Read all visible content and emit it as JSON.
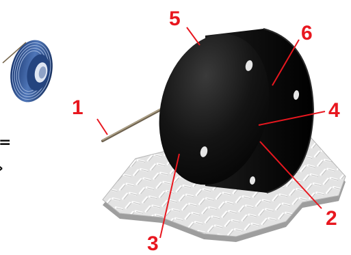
{
  "colors": {
    "callout": "#e8171f",
    "leader": "#e8171f",
    "body": "#111111",
    "plate": "#dcdcdc",
    "coil": "#2b4f8f",
    "wire": "#9a8c6e"
  },
  "callouts": [
    "1",
    "2",
    "3",
    "4",
    "5",
    "6"
  ],
  "fragments": {
    "equals": "=",
    "arrow": "›"
  },
  "icons": {
    "coil": "coil-icon",
    "plate": "diamond-plate",
    "sensor": "sensor-body",
    "cable": "cable"
  }
}
